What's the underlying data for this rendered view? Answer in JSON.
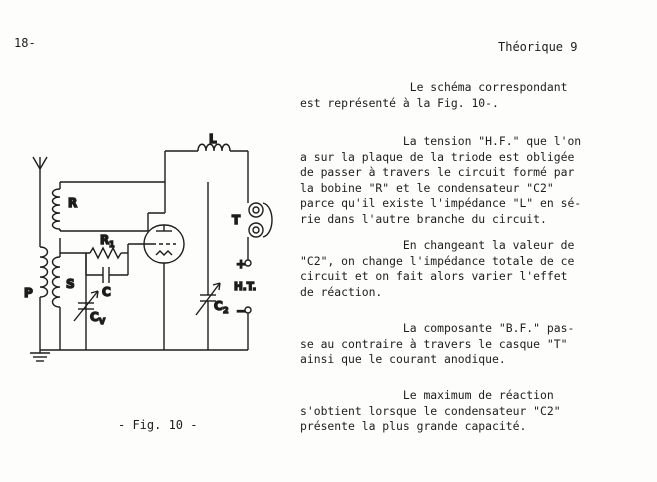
{
  "header": {
    "page_number": "18-",
    "section": "Théorique 9"
  },
  "figure": {
    "caption": "- Fig. 10 -",
    "labels": {
      "L": "L",
      "R": "R",
      "R1": "R",
      "R1_sub": "1",
      "C": "C",
      "T": "T",
      "HT": "H.T.",
      "plus": "+",
      "minus": "−",
      "P": "P",
      "S": "S",
      "Cv": "C",
      "Cv_sub": "V",
      "C2": "C",
      "C2_sub": "2"
    }
  },
  "paragraphs": [
    "                Le schéma correspondant\nest représenté à la Fig. 10-.",
    "               La tension \"H.F.\" que l'on\na sur la plaque de la triode est obligée\nde passer à travers le circuit formé par\nla bobine \"R\" et le condensateur \"C2\"\nparce qu'il existe l'impédance \"L\" en sé-\nrie dans l'autre branche du circuit.",
    "               En changeant la valeur de\n\"C2\", on change l'impédance totale de ce\ncircuit et on fait alors varier l'effet\nde réaction.",
    "               La composante \"B.F.\" pas-\nse au contraire à travers le casque \"T\"\nainsi que le courant anodique.",
    "               Le maximum de réaction\ns'obtient lorsque le condensateur \"C2\"\nprésente la plus grande capacité."
  ]
}
